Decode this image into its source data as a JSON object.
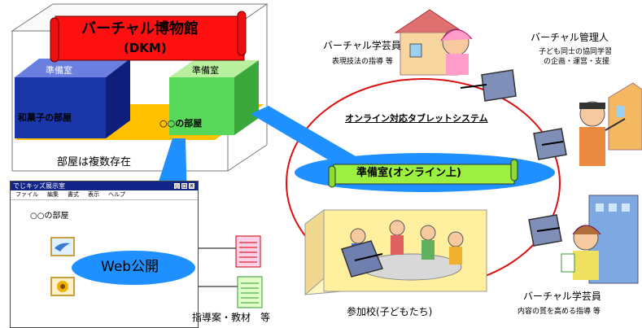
{
  "museum": {
    "title": "バーチャル博物館",
    "abbr": "(DKM)"
  },
  "rooms": {
    "left_label": "準備室",
    "right_label": "準備室",
    "room1": "和菓子の部屋",
    "room2": "○○の部屋",
    "caption": "部屋は複数存在"
  },
  "window": {
    "title": "でじキッズ展示室",
    "menu": [
      "ファイル",
      "編集",
      "書式",
      "表示",
      "ヘルプ"
    ],
    "room_label": "○○の部屋"
  },
  "web_label": "Web公開",
  "materials_label": "指導案・教材　等",
  "online_room": "準備室(オンライン上)",
  "tablet_system": "オンライン対応タブレットシステム",
  "curator_top": {
    "title": "バーチャル学芸員",
    "desc": "表現技法の指導 等"
  },
  "manager": {
    "title": "バーチャル管理人",
    "desc_line1": "子ども同士の協同学習",
    "desc_line2": "の企画・運営・支援"
  },
  "school": {
    "label": "参加校(子どもたち)"
  },
  "curator_bottom": {
    "title": "バーチャル学芸員",
    "desc": "内容の質を高める指導 等"
  },
  "colors": {
    "banner_red": "#ff1010",
    "floor_yellow": "#ffc000",
    "cube_blue": "#1a36a8",
    "cube_green": "#58d858",
    "ellipse_blue": "#1f90ff",
    "scroll_green": "#9cf040",
    "circle_red": "#dd1010",
    "school_box": "#fff0a0"
  }
}
